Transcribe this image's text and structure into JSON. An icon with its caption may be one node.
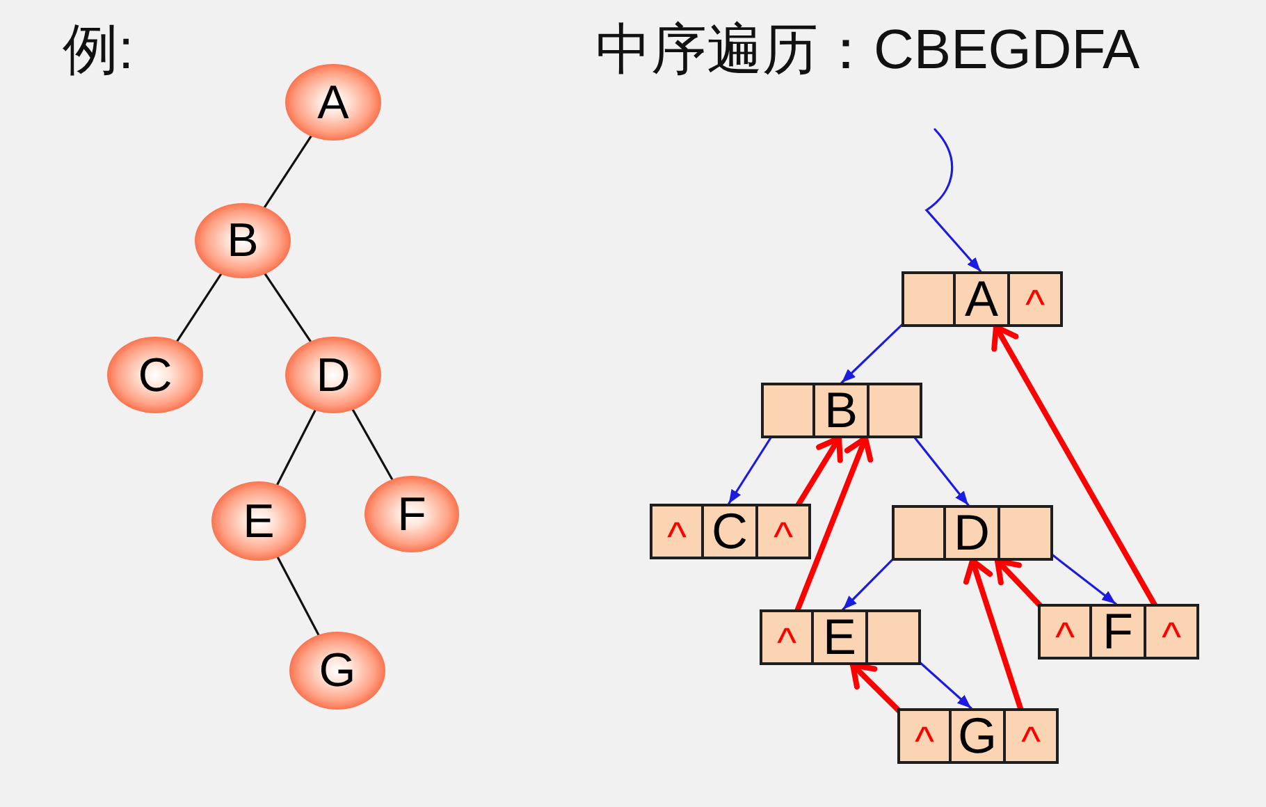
{
  "diagram": {
    "nodes": [
      {
        "text": [
          "A"
        ]
      },
      {
        "text": [
          "B"
        ]
      },
      {
        "text": [
          "C"
        ]
      },
      {
        "text": [
          "D"
        ]
      },
      {
        "text": [
          "E"
        ]
      },
      {
        "text": [
          "F"
        ]
      },
      {
        "text": [
          "G"
        ]
      },
      {
        "text": [],
        "shape": "box"
      },
      {
        "text": [],
        "shape": "box",
        "in": 7
      },
      {
        "text": [
          "A"
        ],
        "in": 7
      },
      {
        "text": [
          "^"
        ],
        "in": 7
      },
      {
        "text": [],
        "shape": "box"
      },
      {
        "text": [],
        "shape": "box",
        "in": 11
      },
      {
        "text": [
          "B"
        ],
        "in": 11
      },
      {
        "text": [],
        "shape": "box",
        "in": 11
      },
      {
        "text": [],
        "shape": "box"
      },
      {
        "text": [
          "^"
        ],
        "in": 15
      },
      {
        "text": [
          "C"
        ],
        "in": 15
      },
      {
        "text": [
          "^"
        ],
        "in": 15
      },
      {
        "text": [],
        "shape": "box"
      },
      {
        "text": [],
        "shape": "box",
        "in": 19
      },
      {
        "text": [
          "D"
        ],
        "in": 19
      },
      {
        "text": [],
        "shape": "box",
        "in": 19
      },
      {
        "text": [],
        "shape": "box"
      },
      {
        "text": [
          "^"
        ],
        "in": 23
      },
      {
        "text": [
          "E"
        ],
        "in": 23
      },
      {
        "text": [],
        "shape": "box",
        "in": 23
      },
      {
        "text": [],
        "shape": "box"
      },
      {
        "text": [
          "^"
        ],
        "in": 27
      },
      {
        "text": [
          "F"
        ],
        "in": 27
      },
      {
        "text": [
          "^"
        ],
        "in": 27
      },
      {
        "text": [],
        "shape": "box"
      },
      {
        "text": [
          "^"
        ],
        "in": 31
      },
      {
        "text": [
          "G"
        ],
        "in": 31
      },
      {
        "text": [
          "^"
        ],
        "in": 31
      }
    ],
    "edges": [
      {
        "from": 0,
        "to": 1,
        "arrow": "none",
        "color": "#111111"
      },
      {
        "from": 1,
        "to": 2,
        "arrow": "none",
        "color": "#111111"
      },
      {
        "from": 1,
        "to": 3,
        "arrow": "none",
        "color": "#111111"
      },
      {
        "from": 3,
        "to": 4,
        "arrow": "none",
        "color": "#111111"
      },
      {
        "from": 3,
        "to": 5,
        "arrow": "none",
        "color": "#111111"
      },
      {
        "from": 4,
        "to": 6,
        "arrow": "none",
        "color": "#111111"
      },
      {
        "from": null,
        "to": 7,
        "arrow": "to"
      },
      {
        "from": 8,
        "to": 11,
        "arrow": "to"
      },
      {
        "from": 12,
        "to": 15,
        "arrow": "to"
      },
      {
        "from": 14,
        "to": 19,
        "arrow": "to"
      },
      {
        "from": 20,
        "to": 23,
        "arrow": "to"
      },
      {
        "from": 22,
        "to": 27,
        "arrow": "to"
      },
      {
        "from": 26,
        "to": 31,
        "arrow": "to"
      },
      {
        "from": 18,
        "to": 11,
        "arrow": "to",
        "style": "thick",
        "color": "#ff0000"
      },
      {
        "from": 24,
        "to": 11,
        "arrow": "to",
        "style": "thick",
        "color": "#ff0000"
      },
      {
        "from": 32,
        "to": 23,
        "arrow": "to",
        "style": "thick",
        "color": "#ff0000"
      },
      {
        "from": 34,
        "to": 19,
        "arrow": "to",
        "style": "thick",
        "color": "#ff0000"
      },
      {
        "from": 28,
        "to": 19,
        "arrow": "to",
        "style": "thick",
        "color": "#ff0000"
      },
      {
        "from": 30,
        "to": 7,
        "arrow": "to",
        "style": "thick",
        "color": "#ff0000"
      }
    ],
    "labels": [
      "例:",
      "中序遍历：CBEGDFA"
    ]
  }
}
